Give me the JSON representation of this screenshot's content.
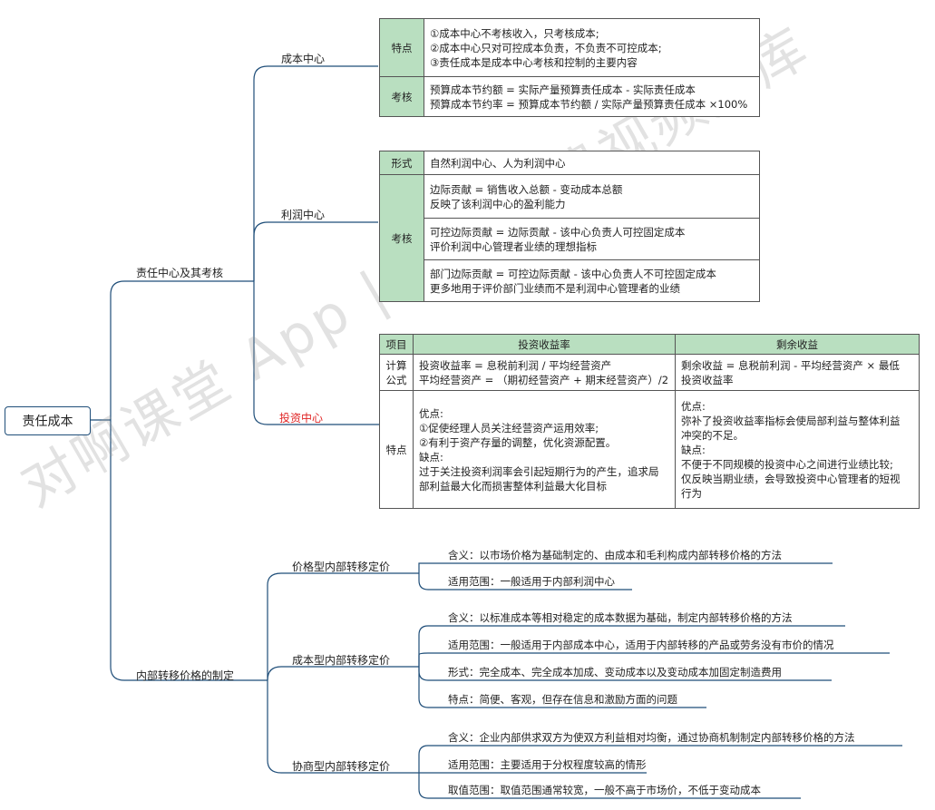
{
  "root": "责任成本",
  "branch1": {
    "label": "责任中心及其考核",
    "cost_center": {
      "label": "成本中心",
      "feature_label": "特点",
      "features": [
        "①成本中心不考核收入，只考核成本;",
        "②成本中心只对可控成本负责，不负责不可控成本;",
        "③责任成本是成本中心考核和控制的主要内容"
      ],
      "assess_label": "考核",
      "assess": [
        "预算成本节约额 = 实际产量预算责任成本 - 实际责任成本",
        "预算成本节约率 = 预算成本节约额 / 实际产量预算责任成本 ×100%"
      ]
    },
    "profit_center": {
      "label": "利润中心",
      "form_label": "形式",
      "form": "自然利润中心、人为利润中心",
      "assess_label": "考核",
      "rows": [
        [
          "边际贡献 = 销售收入总额 - 变动成本总额",
          "反映了该利润中心的盈利能力"
        ],
        [
          "可控边际贡献 = 边际贡献 - 该中心负责人可控固定成本",
          "评价利润中心管理者业绩的理想指标"
        ],
        [
          "部门边际贡献 = 可控边际贡献 - 该中心负责人不可控固定成本",
          "更多地用于评价部门业绩而不是利润中心管理者的业绩"
        ]
      ]
    },
    "investment_center": {
      "label": "投资中心",
      "col_item": "项目",
      "col_roi": "投资收益率",
      "col_ri": "剩余收益",
      "calc_label": "计算公式",
      "roi_calc": [
        "投资收益率 = 息税前利润 / 平均经营资产",
        "平均经营资产 = （期初经营资产 + 期末经营资产）/2"
      ],
      "ri_calc": [
        "剩余收益 = 息税前利润 - 平均经营资产 × 最低",
        "投资收益率"
      ],
      "feature_label": "特点",
      "roi_feat": [
        "优点:",
        "①促使经理人员关注经营资产运用效率;",
        "②有利于资产存量的调整，优化资源配置。",
        "缺点:",
        "过于关注投资利润率会引起短期行为的产生，追求局",
        "部利益最大化而损害整体利益最大化目标"
      ],
      "ri_feat": [
        "优点:",
        "弥补了投资收益率指标会使局部利益与整体利益",
        "冲突的不足。",
        "缺点:",
        "不便于不同规模的投资中心之间进行业绩比较;",
        "仅反映当期业绩，会导致投资中心管理者的短视",
        "行为"
      ]
    }
  },
  "branch2": {
    "label": "内部转移价格的制定",
    "market": {
      "label": "价格型内部转移定价",
      "items": [
        "含义：以市场价格为基础制定的、由成本和毛利构成内部转移价格的方法",
        "适用范围：一般适用于内部利润中心"
      ]
    },
    "cost": {
      "label": "成本型内部转移定价",
      "items": [
        "含义：以标准成本等相对稳定的成本数据为基础，制定内部转移价格的方法",
        "适用范围：一般适用于内部成本中心，适用于内部转移的产品或劳务没有市价的情况",
        "形式：完全成本、完全成本加成、变动成本以及变动成本加固定制造费用",
        "特点：简便、客观，但存在信息和激励方面的问题"
      ]
    },
    "negotiated": {
      "label": "协商型内部转移定价",
      "items": [
        "含义：企业内部供求双方为使双方利益相对均衡，通过协商机制制定内部转移价格的方法",
        "适用范围：主要适用于分权程度较高的情形",
        "取值范围：取值范围通常较宽，一般不高于市场价，不低于变动成本"
      ]
    }
  },
  "watermark": "对啊课堂 App | 会计免费视频题库",
  "colors": {
    "line": "#1f4e79",
    "header_fill": "#b9dfc0",
    "highlight": "#e02424"
  }
}
